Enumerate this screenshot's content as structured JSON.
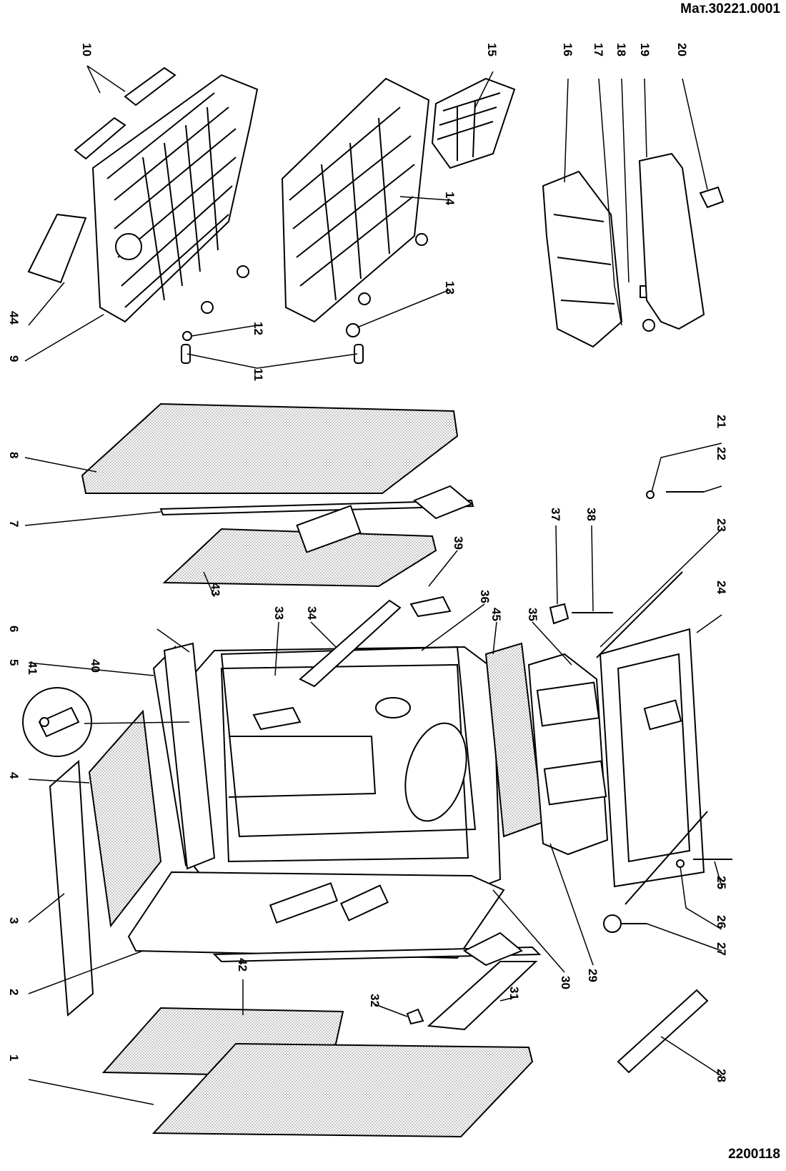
{
  "header": {
    "model_ref": "Мат.30221.0001",
    "drawing_ref": "2200118"
  },
  "callouts": [
    "1",
    "2",
    "3",
    "4",
    "5",
    "6",
    "7",
    "8",
    "9",
    "10",
    "11",
    "12",
    "13",
    "14",
    "15",
    "16",
    "17",
    "18",
    "19",
    "20",
    "21",
    "22",
    "23",
    "24",
    "25",
    "26",
    "27",
    "28",
    "29",
    "30",
    "31",
    "32",
    "33",
    "34",
    "35",
    "36",
    "37",
    "38",
    "39",
    "40",
    "41",
    "42",
    "43",
    "44",
    "45"
  ]
}
